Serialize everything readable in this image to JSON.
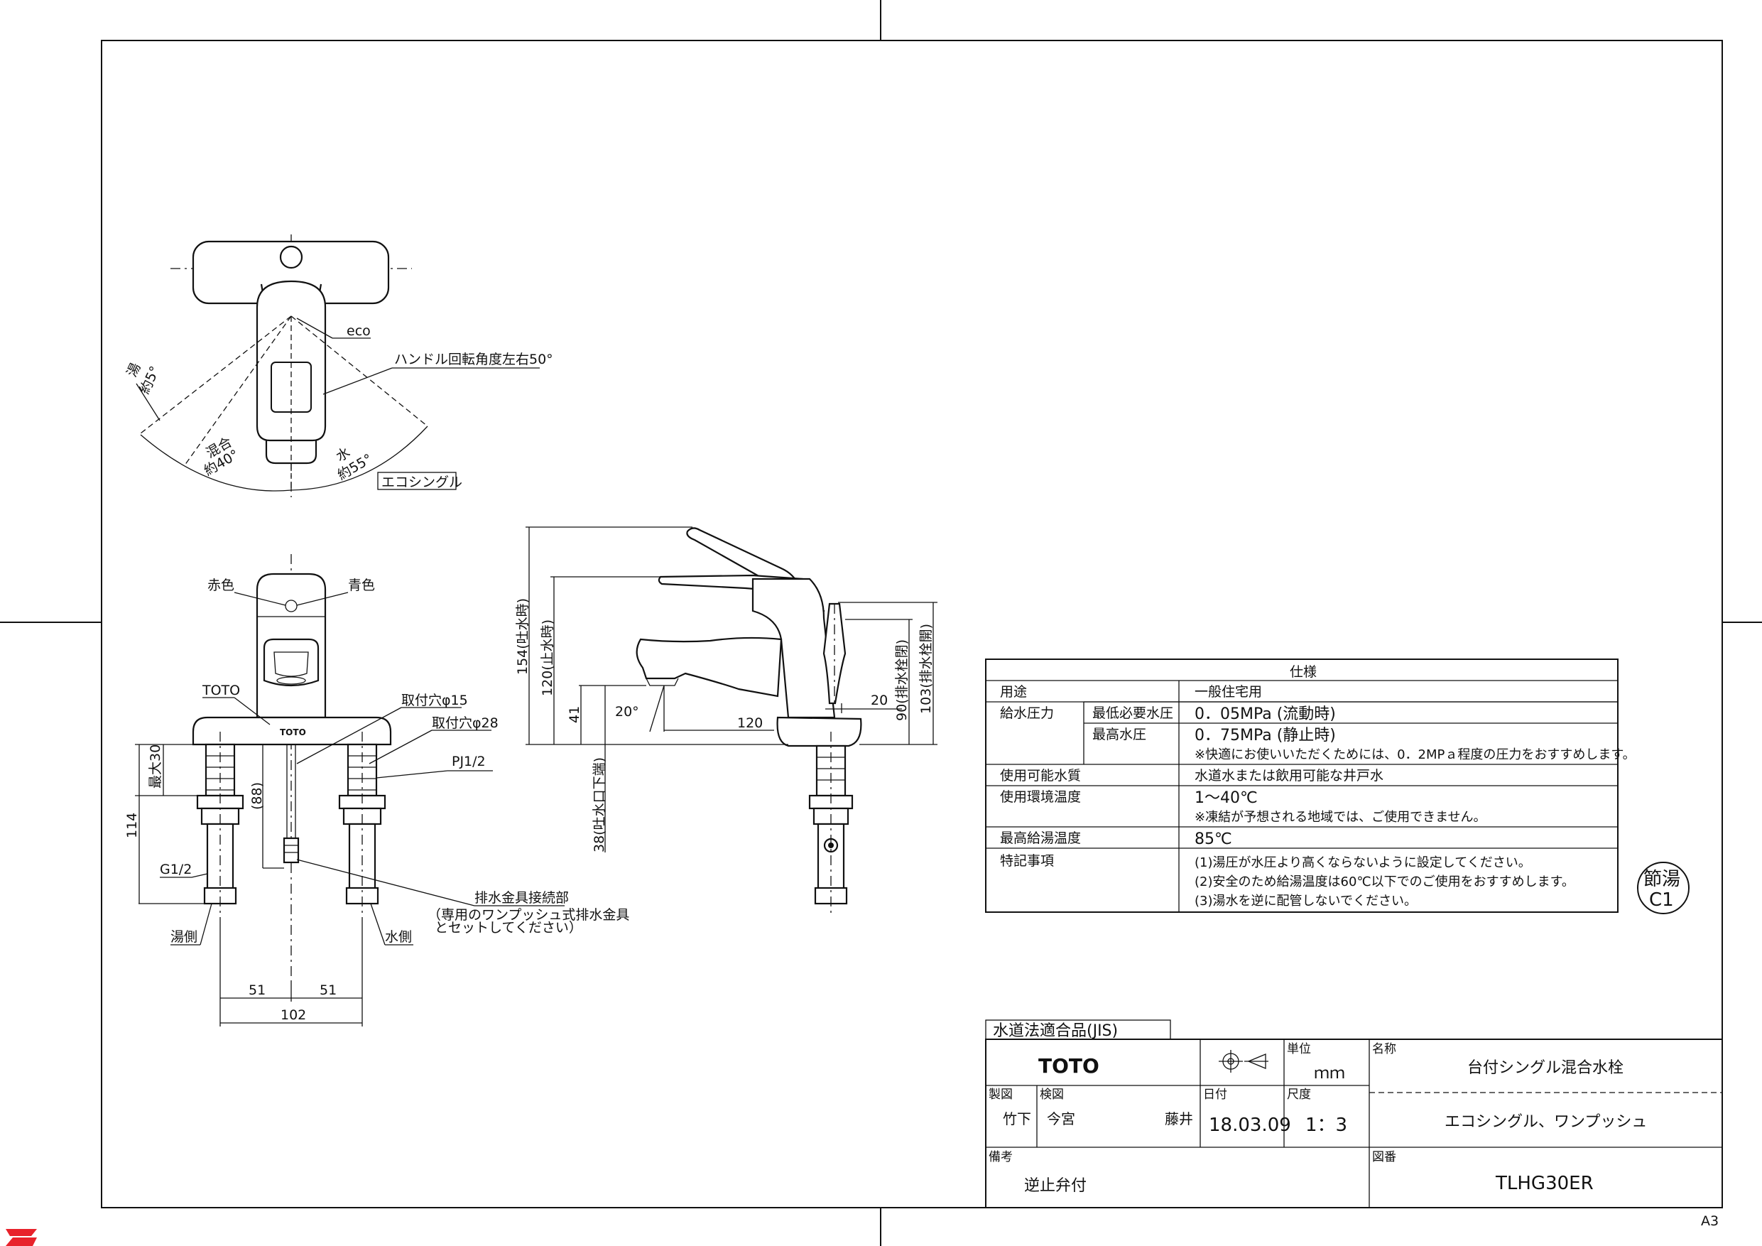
{
  "sheet_size": "A3",
  "top_view": {
    "eco_label": "eco",
    "handle_angle_label": "ハンドル回転角度左右50°",
    "hot_label": "湯",
    "hot_angle": "約5°",
    "mix_label": "混合",
    "mix_angle": "約40°",
    "water_label": "水",
    "water_angle": "約55°",
    "eco_single_tag": "エコシングル"
  },
  "front_view": {
    "red_label": "赤色",
    "blue_label": "青色",
    "toto_label": "TOTO",
    "hole15": "取付穴φ15",
    "hole28": "取付穴φ28",
    "pj": "PJ1/2",
    "max30": "最大30",
    "dim114": "114",
    "dim88": "(88)",
    "g12": "G1/2",
    "hot_side": "湯側",
    "water_side": "水側",
    "drain_title": "排水金具接続部",
    "drain_note1": "（専用のワンプッシュ式排水金具",
    "drain_note2": "とセットしてください）",
    "dim51a": "51",
    "dim51b": "51",
    "dim102": "102",
    "logo_small": "TOTO"
  },
  "side_view": {
    "dim154": "154(吐水時)",
    "dim120v": "120(止水時)",
    "dim41": "41",
    "dim38": "38(吐水口下端)",
    "angle20": "20°",
    "dim120h": "120",
    "dim20": "20",
    "dim90": "90(排水栓閉)",
    "dim103": "103(排水栓開)"
  },
  "spec": {
    "title": "仕様",
    "rows": [
      {
        "label": "用途",
        "sub": "",
        "lines": [
          "一般住宅用"
        ]
      },
      {
        "label": "給水圧力",
        "sub": "最低必要水圧",
        "lines": [
          "0．05MPa (流動時)"
        ]
      },
      {
        "label": "",
        "sub": "最高水圧",
        "lines": [
          "0．75MPa (静止時)",
          "※快適にお使いいただくためには、0．2MPａ程度の圧力をおすすめします。"
        ]
      },
      {
        "label": "使用可能水質",
        "sub": "",
        "lines": [
          "水道水または飲用可能な井戸水"
        ]
      },
      {
        "label": "使用環境温度",
        "sub": "",
        "lines": [
          "1～40℃",
          "※凍結が予想される地域では、ご使用できません。"
        ]
      },
      {
        "label": "最高給湯温度",
        "sub": "",
        "lines": [
          "85℃"
        ]
      },
      {
        "label": "特記事項",
        "sub": "",
        "lines": [
          "(1)湯圧が水圧より高くならないように設定してください。",
          "(2)安全のため給湯温度は60℃以下でのご使用をおすすめします。",
          "(3)湯水を逆に配管しないでください。"
        ]
      }
    ]
  },
  "badge": {
    "line1": "節湯",
    "line2": "C1"
  },
  "title_block": {
    "jis": "水道法適合品(JIS)",
    "brand": "TOTO",
    "unit_label": "単位",
    "unit_value": "ｍｍ",
    "name_label": "名称",
    "name_value": "台付シングル混合水栓",
    "made_label": "製図",
    "made_value": "竹下",
    "check_label": "検図",
    "check_value1": "今宮",
    "check_value2": "藤井",
    "date_label": "日付",
    "date_value": "18.03.09",
    "scale_label": "尺度",
    "scale_value": "1：3",
    "subname_value": "エコシングル、ワンプッシュ",
    "remark_label": "備考",
    "remark_value": "逆止弁付",
    "drawing_no_label": "図番",
    "drawing_no": "TLHG30ER"
  }
}
